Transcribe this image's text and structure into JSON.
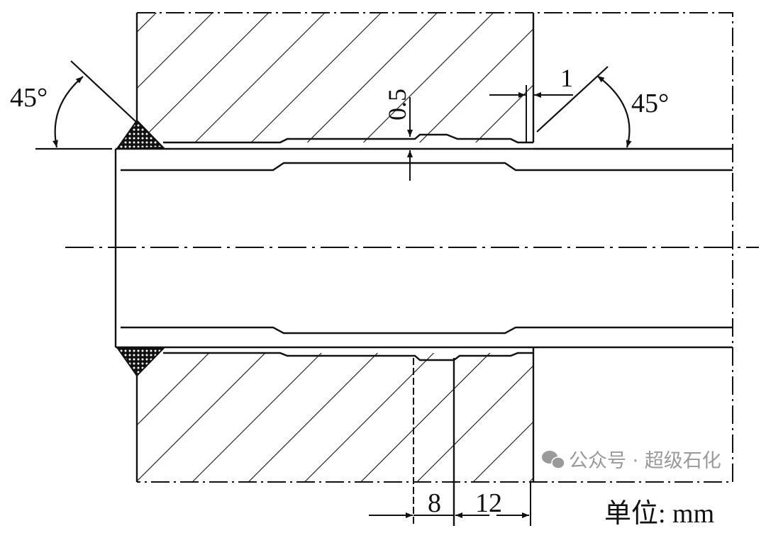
{
  "labels": {
    "angle_left": "45°",
    "angle_right": "45°",
    "gap_radial": "0.5",
    "gap_axial": "1",
    "dim_groove": "8",
    "dim_offset": "12",
    "unit": "单位: mm"
  },
  "watermark": {
    "text": "公众号 · 超级石化",
    "icon": "wechat-icon"
  },
  "colors": {
    "line": "#111111",
    "watermark": "#9a9a9a"
  }
}
